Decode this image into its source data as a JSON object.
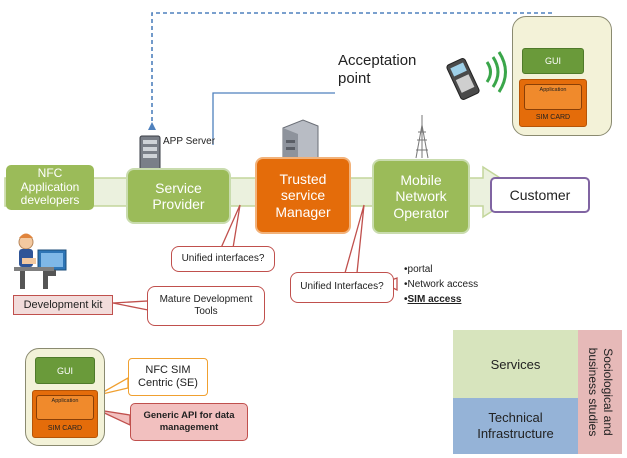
{
  "acceptation_point": "Acceptation\npoint",
  "app_server": "APP Server",
  "flow": {
    "nfc_developers": "NFC Application developers",
    "service_provider": "Service\nProvider",
    "trusted_service_manager": "Trusted\nservice\nManager",
    "mno": "Mobile\nNetwork\nOperator",
    "customer": "Customer"
  },
  "callouts": {
    "unified1": "Unified interfaces?",
    "unified2": "Unified Interfaces?",
    "mature_tools": "Mature Development\nTools",
    "development_kit": "Development kit",
    "nfc_sim": "NFC SIM\nCentric (SE)",
    "generic_api": "Generic API for data\nmanagement"
  },
  "mno_services": {
    "portal": "•portal",
    "network": "•Network access",
    "sim_bullet": "•",
    "sim_access": "SIM access"
  },
  "phone_top": {
    "gui": "GUI",
    "application": "Application",
    "sim_card": "SIM CARD"
  },
  "phone_bottom": {
    "gui": "GUI",
    "application": "Application",
    "sim_card": "SIM CARD"
  },
  "matrix": {
    "services": "Services",
    "technical": "Technical\nInfrastructure",
    "sociological": "Sociological and\nbusiness studies"
  },
  "colors": {
    "green": "#9bbb59",
    "orange": "#e46c0a",
    "arrow_fill": "#ebf1de",
    "dashed_line": "#4f81bd",
    "callout_border": "#c0504d",
    "services_bg": "#d7e4bd",
    "technical_bg": "#95b3d7",
    "sociological_bg": "#e6b9b8"
  }
}
